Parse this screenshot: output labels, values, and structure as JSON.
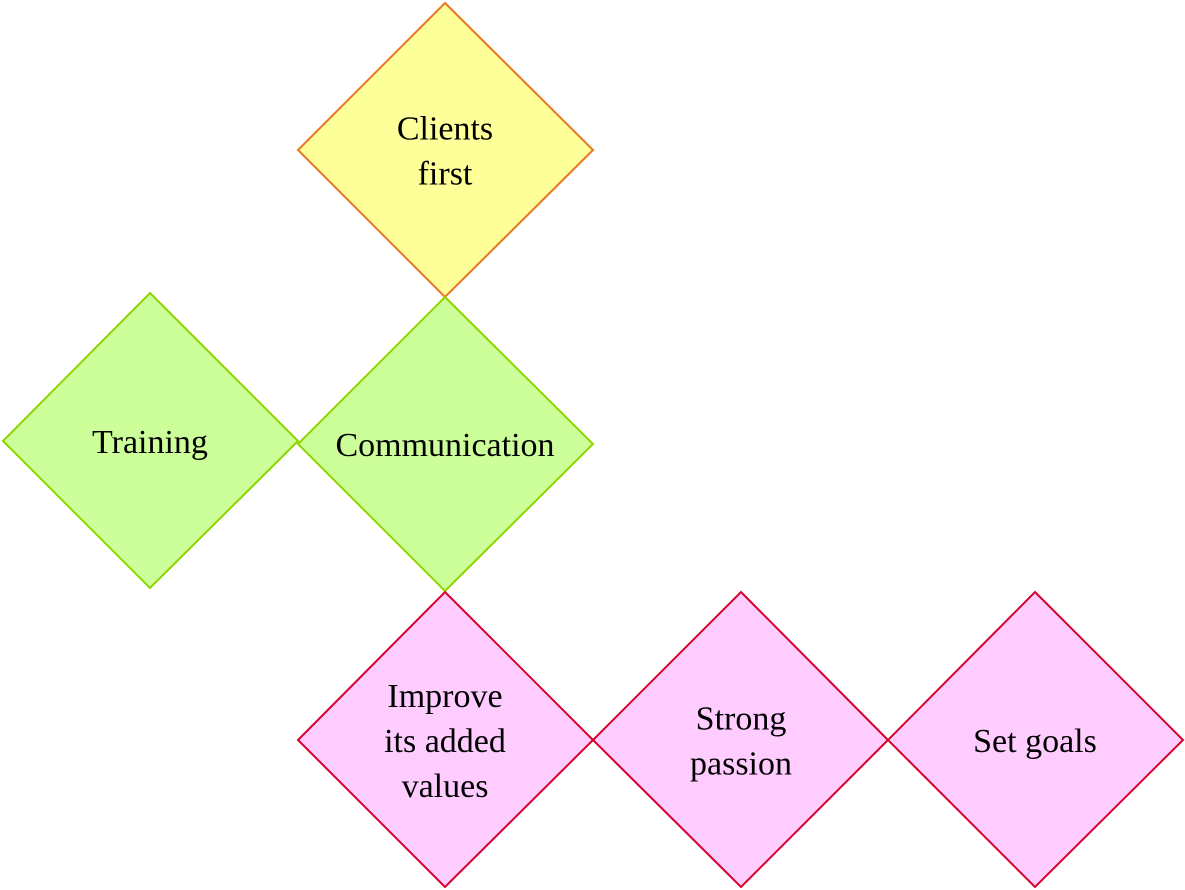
{
  "diagram": {
    "nodes": [
      {
        "id": "clients-first",
        "lines": [
          "Clients",
          "first"
        ],
        "fill": "#FFFF99",
        "stroke": "#E87722"
      },
      {
        "id": "training",
        "lines": [
          "Training"
        ],
        "fill": "#CCFF99",
        "stroke": "#8FD400"
      },
      {
        "id": "communication",
        "lines": [
          "Communication"
        ],
        "fill": "#CCFF99",
        "stroke": "#8FD400"
      },
      {
        "id": "improve-added-values",
        "lines": [
          "Improve",
          "its added",
          "values"
        ],
        "fill": "#FFCCFF",
        "stroke": "#D6002A"
      },
      {
        "id": "strong-passion",
        "lines": [
          "Strong",
          "passion"
        ],
        "fill": "#FFCCFF",
        "stroke": "#D6002A"
      },
      {
        "id": "set-goals",
        "lines": [
          "Set goals"
        ],
        "fill": "#FFCCFF",
        "stroke": "#D6002A"
      }
    ]
  }
}
